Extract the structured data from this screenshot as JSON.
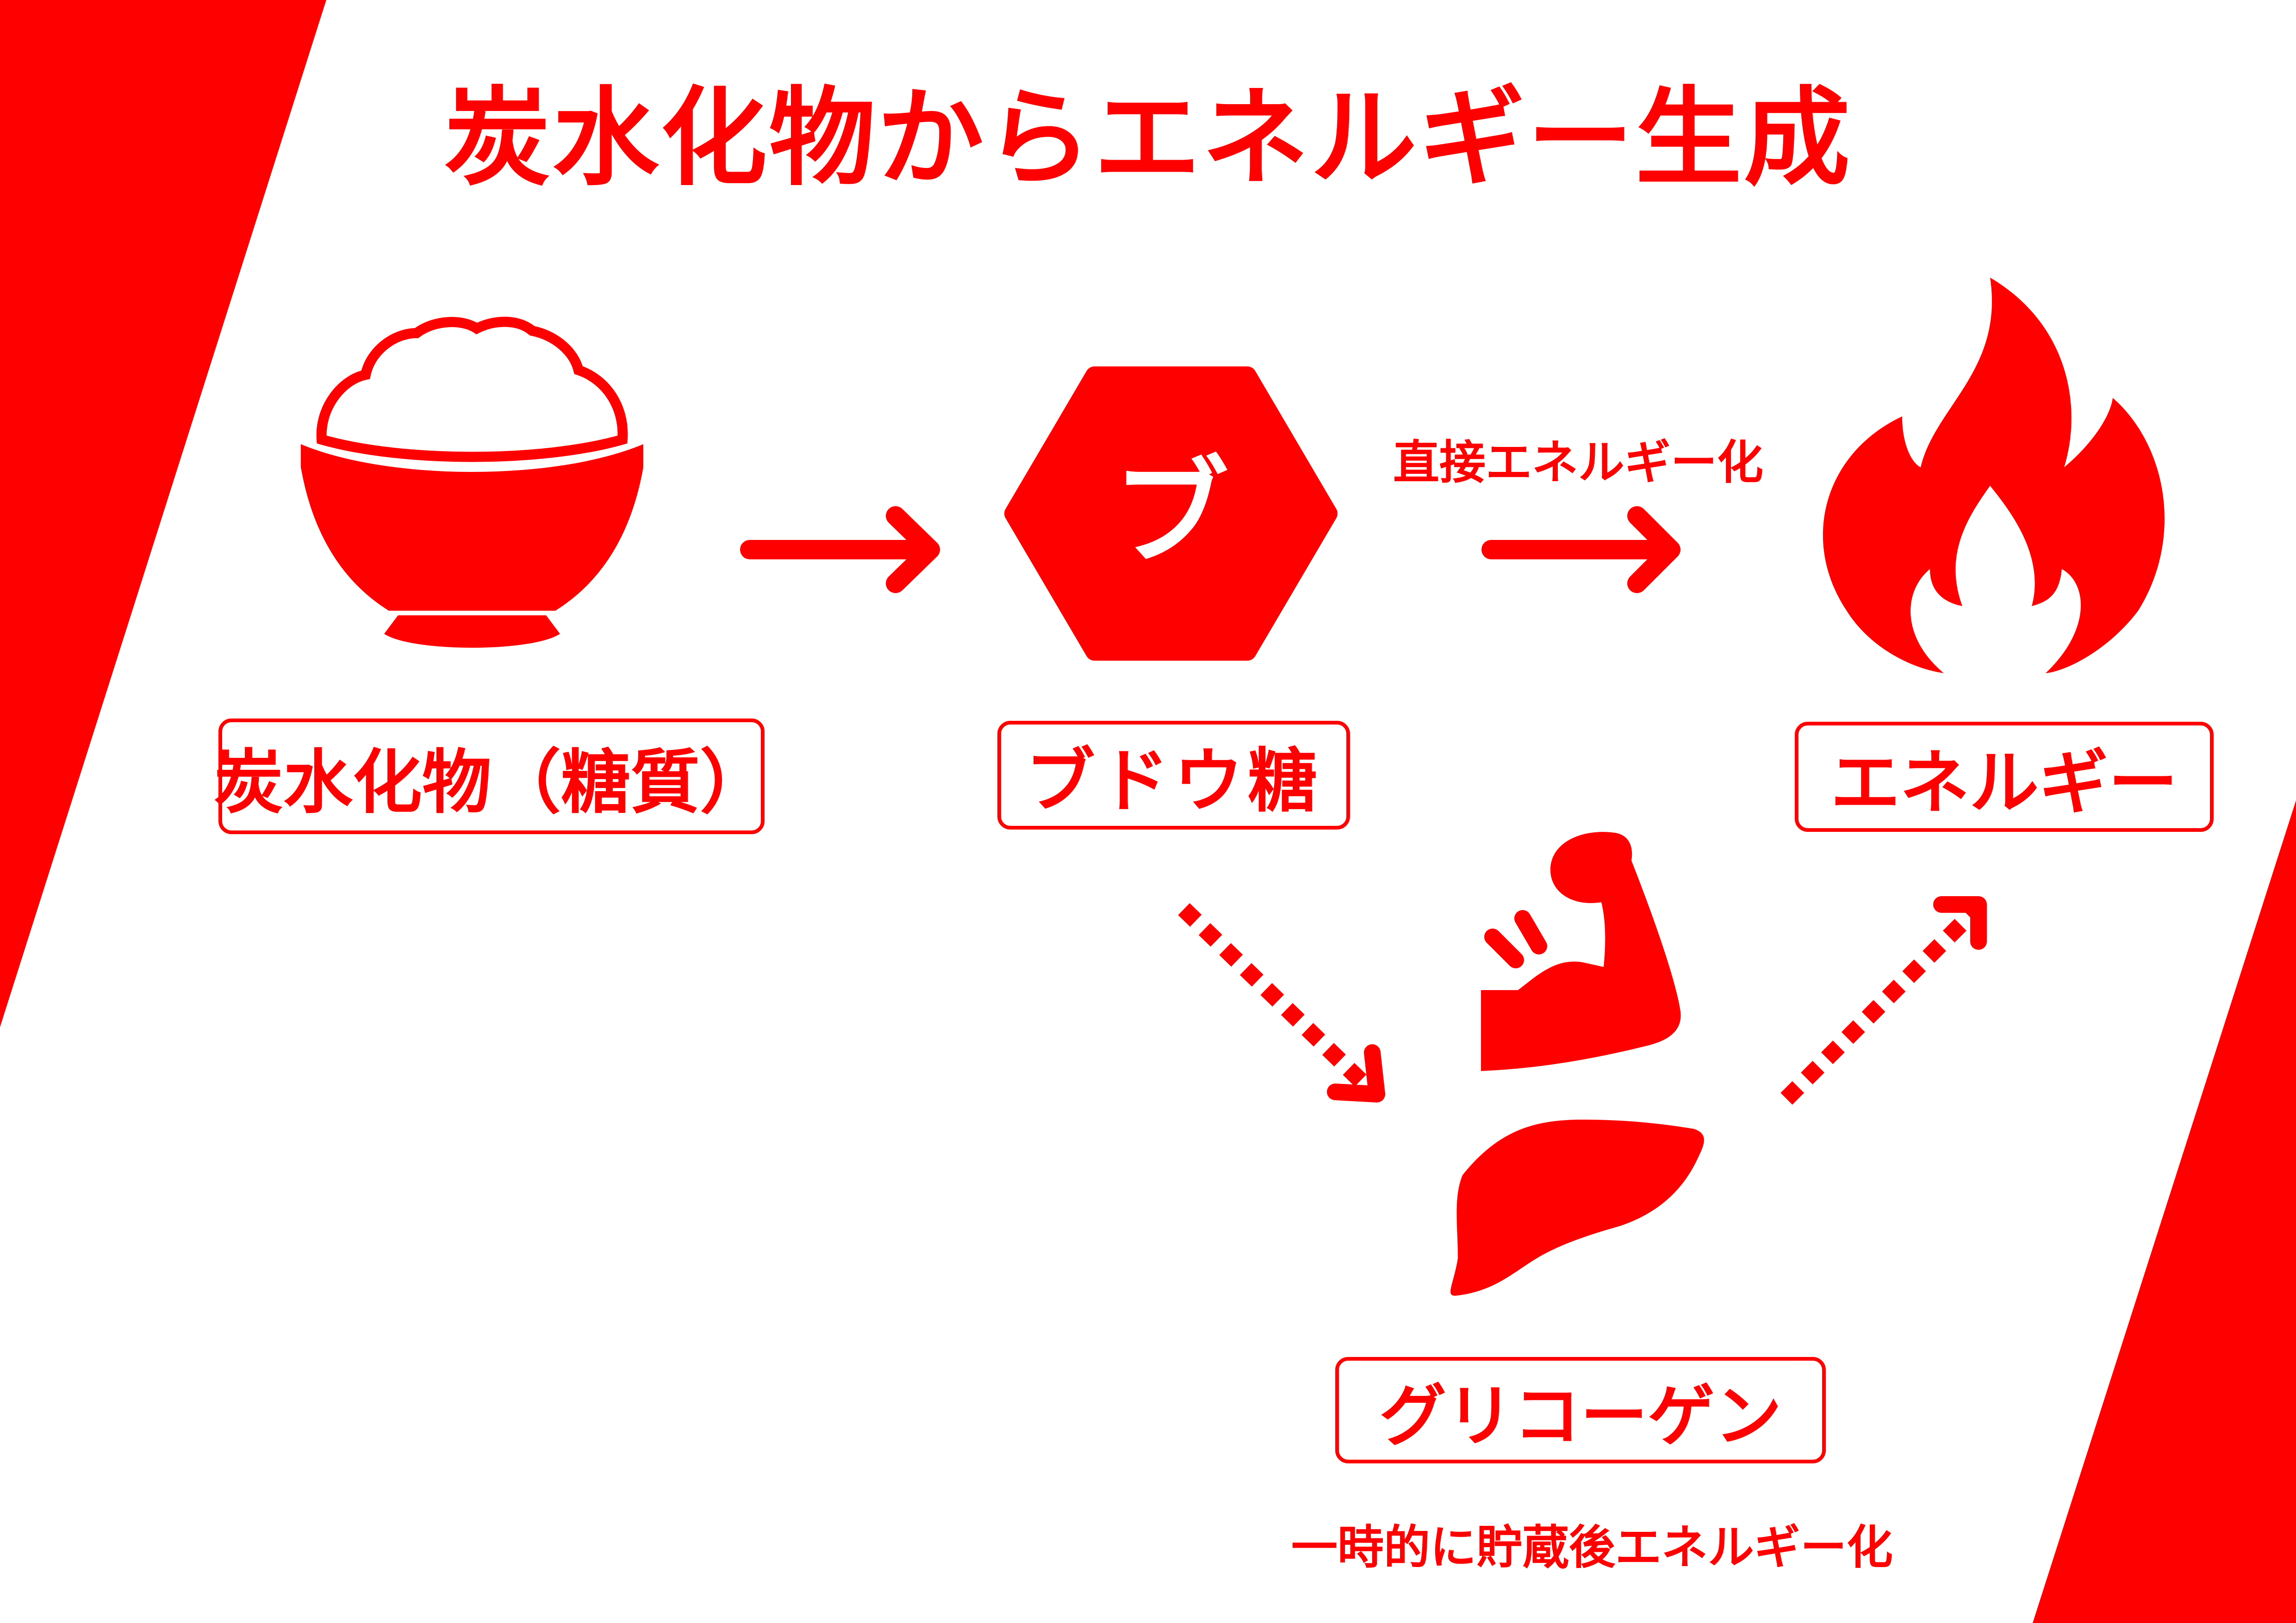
{
  "colors": {
    "accent": "#ff0000",
    "background": "#ffffff"
  },
  "title": "炭水化物からエネルギー生成",
  "nodes": {
    "carbohydrate": {
      "label": "炭水化物（糖質）",
      "icon": "rice-bowl-icon"
    },
    "glucose": {
      "label": "ブドウ糖",
      "icon": "hexagon-glucose-icon",
      "icon_text": "ブ"
    },
    "energy": {
      "label": "エネルギー",
      "icon": "flame-icon"
    },
    "glycogen": {
      "label": "グリコーゲン",
      "icons": [
        "muscle-arm-icon",
        "liver-icon"
      ]
    }
  },
  "edges": {
    "glucose_to_energy": "直接エネルギー化",
    "via_glycogen": "一時的に貯蔵後エネルギー化"
  }
}
